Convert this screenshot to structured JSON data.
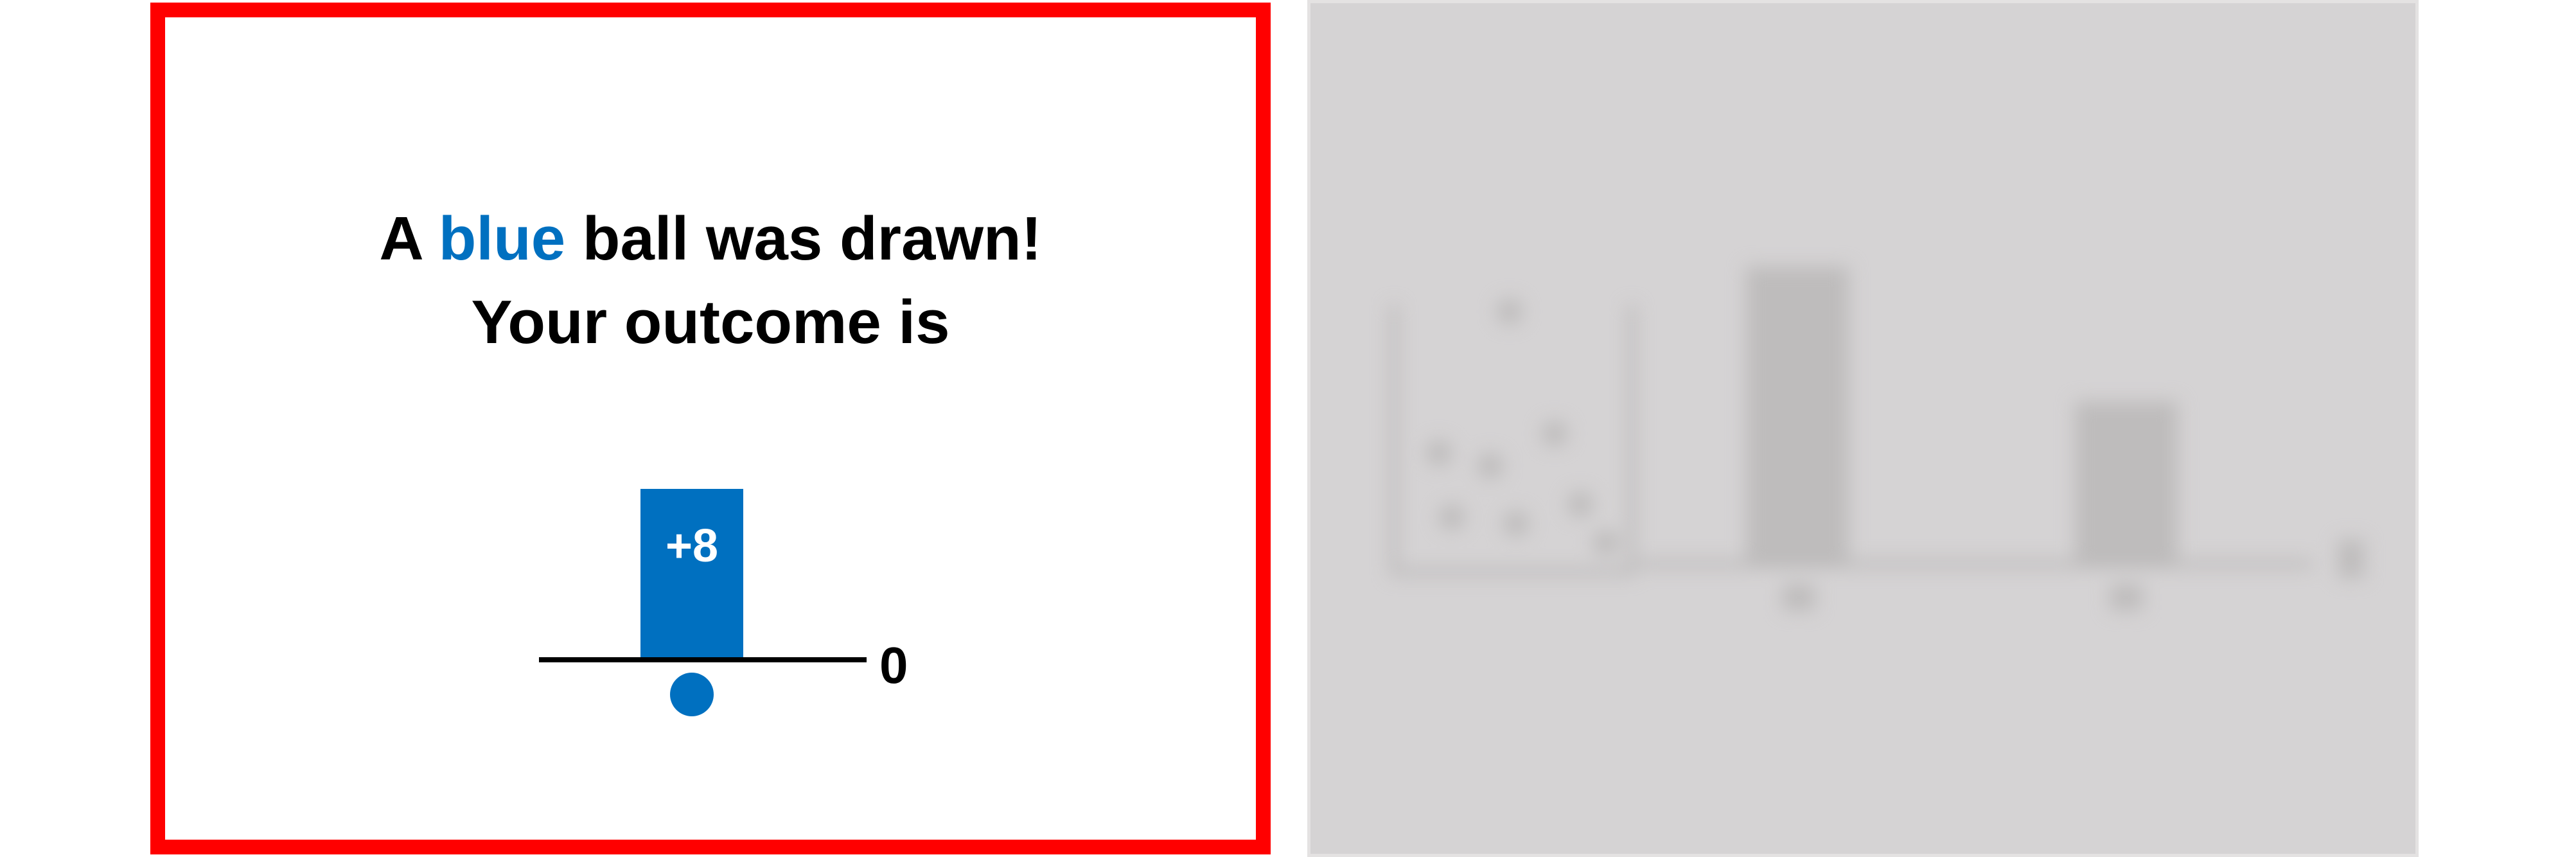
{
  "panels": {
    "left": {
      "highlighted": true,
      "headline": {
        "pre": "A ",
        "highlight": "blue",
        "post": " ball was drawn!",
        "line2": "Your outcome is"
      },
      "outcome": {
        "value": 8,
        "label": "+8",
        "bar_color": "#0070c0"
      },
      "baseline_label": "0",
      "ball_color": "#0070c0"
    },
    "right": {
      "blurred": true
    }
  },
  "colors": {
    "frame_border": "#ff0000",
    "accent_blue": "#0070c0",
    "right_background": "#d5d3d4"
  }
}
